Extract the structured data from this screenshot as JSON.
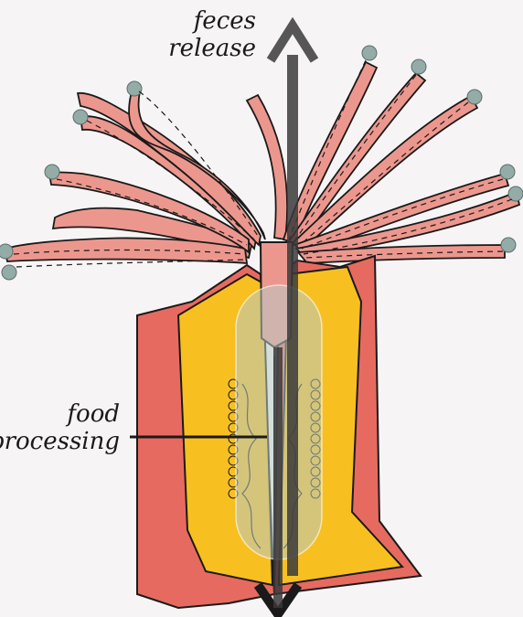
{
  "labels": {
    "feces_line1": "feces",
    "feces_line2": "release",
    "food_line1": "food",
    "food_line2": "processing"
  },
  "colors": {
    "background": "#f7f4f5",
    "tentacle": "#ec978e",
    "tentacle_tip": "#93aca8",
    "body_wall": "#e76a60",
    "body_interior": "#f8bf21",
    "arrow": "#3a3a3a",
    "outline": "#1a1a1a"
  }
}
